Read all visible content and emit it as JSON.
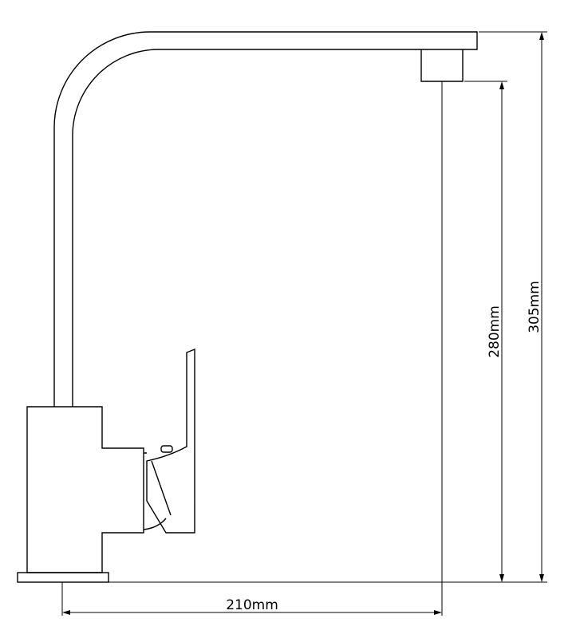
{
  "dimensions": {
    "width_label": "210mm",
    "spout_height_label": "280mm",
    "total_height_label": "305mm"
  },
  "colors": {
    "line": "#000000",
    "background": "#ffffff"
  }
}
